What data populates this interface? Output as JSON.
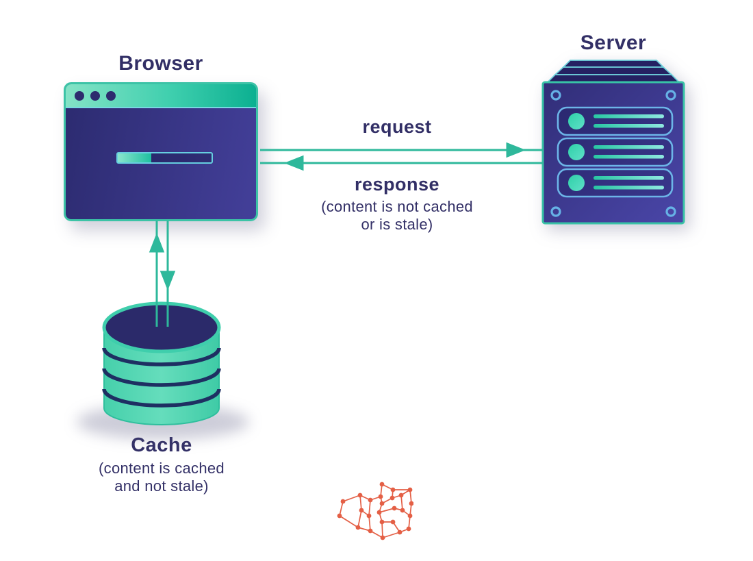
{
  "diagram": {
    "browser": {
      "label": "Browser",
      "progress_fraction": 0.36
    },
    "server": {
      "label": "Server",
      "rack_count": 3
    },
    "cache": {
      "label": "Cache",
      "caption_line1": "(content is cached",
      "caption_line2": "and not stale)"
    },
    "request": {
      "label": "request",
      "direction": "browser-to-server"
    },
    "response": {
      "label": "response",
      "caption_line1": "(content is not cached",
      "caption_line2": "or is stale)",
      "direction": "server-to-browser"
    },
    "icons": {
      "browser_window": "browser-window-icon",
      "server": "server-rack-icon",
      "cache": "database-icon",
      "logo": "wireframe-logo-icon"
    },
    "colors": {
      "accent_teal": "#2eb89b",
      "teal_border": "#3cc3a6",
      "titlebar_gradient_start": "#84e3c6",
      "titlebar_gradient_end": "#0cb091",
      "navy_text": "#322f66",
      "panel_navy": "#2c2b70",
      "panel_indigo": "#433f99",
      "cache_teal": "#52d6b2",
      "cache_top_navy": "#2b2a6a",
      "rack_outline_blue": "#6cb5e8",
      "logo_orange": "#e45f45",
      "background": "#ffffff"
    }
  }
}
